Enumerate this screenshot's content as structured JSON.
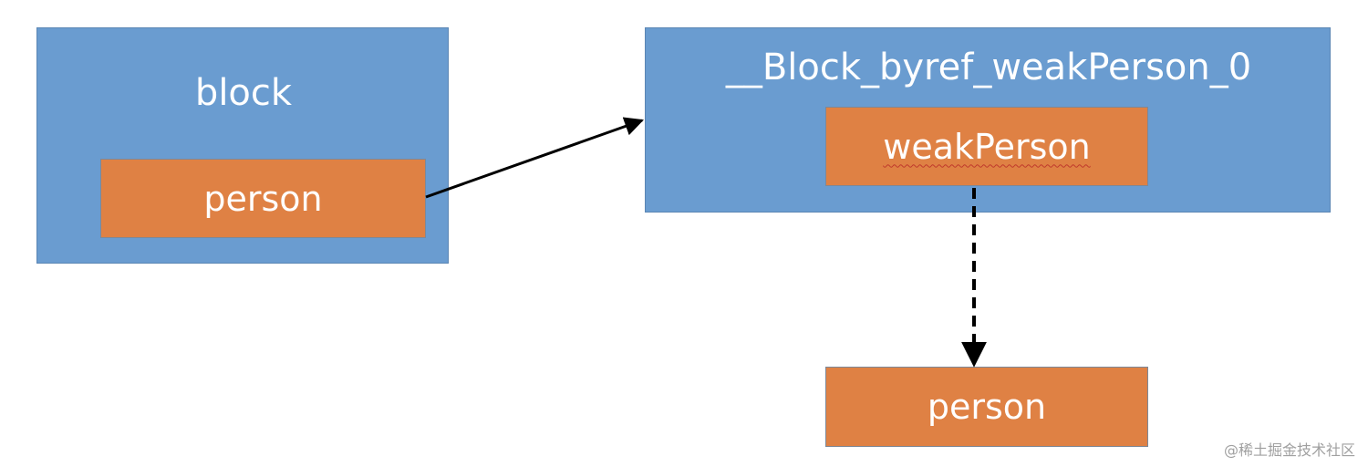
{
  "diagram": {
    "block": {
      "title": "block",
      "field": "person"
    },
    "byref": {
      "title": "__Block_byref_weakPerson_0",
      "field": "weakPerson"
    },
    "target": {
      "label": "person"
    },
    "edges": [
      {
        "from": "block.person",
        "to": "__Block_byref_weakPerson_0",
        "style": "solid"
      },
      {
        "from": "weakPerson",
        "to": "person",
        "style": "dashed"
      }
    ]
  },
  "watermark": "@稀土掘金技术社区",
  "colors": {
    "container": "#6a9cd0",
    "field": "#df8144",
    "text": "#ffffff",
    "arrow": "#000000"
  }
}
